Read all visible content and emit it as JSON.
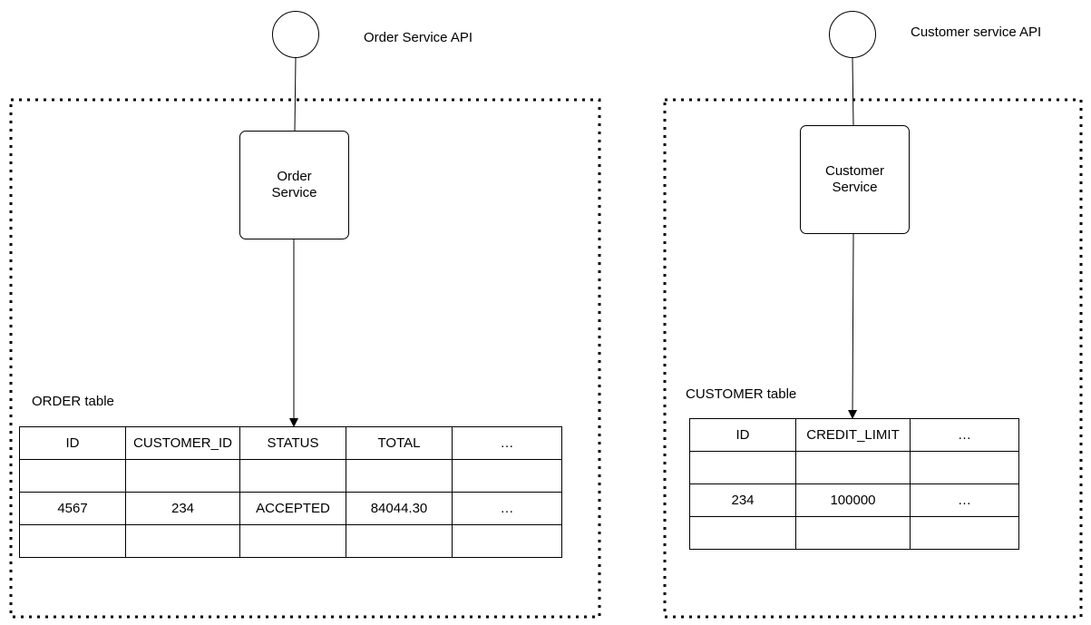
{
  "order_side": {
    "api_label": "Order Service API",
    "service_name_line1": "Order",
    "service_name_line2": "Service",
    "table_title": "ORDER table",
    "table_rows": [
      [
        "ID",
        "CUSTOMER_ID",
        "STATUS",
        "TOTAL",
        "…"
      ],
      [
        "",
        "",
        "",
        "",
        ""
      ],
      [
        "4567",
        "234",
        "ACCEPTED",
        "84044.30",
        "…"
      ],
      [
        "",
        "",
        "",
        "",
        ""
      ]
    ]
  },
  "customer_side": {
    "api_label": "Customer service API",
    "service_name_line1": "Customer",
    "service_name_line2": "Service",
    "table_title": "CUSTOMER table",
    "table_rows": [
      [
        "ID",
        "CREDIT_LIMIT",
        "…"
      ],
      [
        "",
        "",
        ""
      ],
      [
        "234",
        "100000",
        "…"
      ],
      [
        "",
        "",
        ""
      ]
    ]
  },
  "colors": {
    "stroke": "#000000",
    "background": "#ffffff"
  }
}
